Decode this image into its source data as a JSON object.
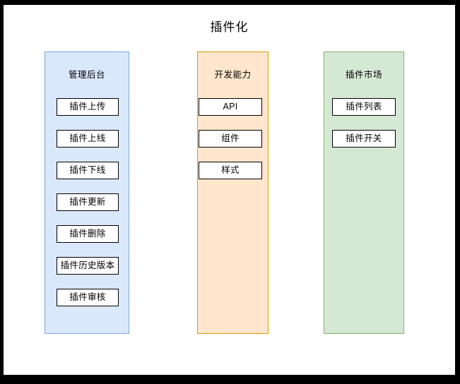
{
  "diagram": {
    "title": "插件化",
    "columns": [
      {
        "id": "admin-backend",
        "header": "管理后台",
        "fill": "#dae8fc",
        "stroke": "#7ea6e0",
        "items": [
          {
            "label": "插件上传"
          },
          {
            "label": "插件上线"
          },
          {
            "label": "插件下线"
          },
          {
            "label": "插件更新"
          },
          {
            "label": "插件删除"
          },
          {
            "label": "插件历史版本"
          },
          {
            "label": "插件审核"
          }
        ]
      },
      {
        "id": "development-capability",
        "header": "开发能力",
        "fill": "#ffe6cc",
        "stroke": "#d79b00",
        "items": [
          {
            "label": "API"
          },
          {
            "label": "组件"
          },
          {
            "label": "样式"
          }
        ]
      },
      {
        "id": "plugin-market",
        "header": "插件市场",
        "fill": "#d5e8d4",
        "stroke": "#82b366",
        "items": [
          {
            "label": "插件列表"
          },
          {
            "label": "插件开关"
          }
        ]
      }
    ]
  },
  "canvas": {
    "background": "#ffffff",
    "frame_color": "#000000"
  }
}
